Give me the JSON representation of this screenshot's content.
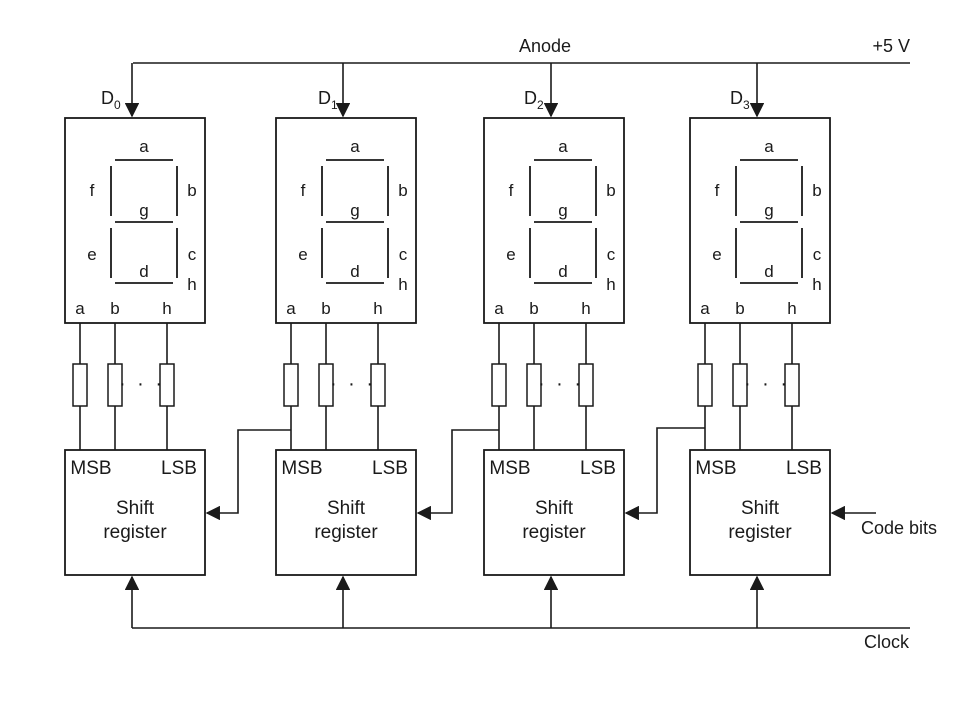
{
  "diagram": {
    "anode_label": "Anode",
    "supply_label": "+5 V",
    "code_bits_label": "Code bits",
    "clock_label": "Clock",
    "units": [
      {
        "display": "D",
        "sub": "0"
      },
      {
        "display": "D",
        "sub": "1"
      },
      {
        "display": "D",
        "sub": "2"
      },
      {
        "display": "D",
        "sub": "3"
      }
    ],
    "segments": {
      "a": "a",
      "b": "b",
      "c": "c",
      "d": "d",
      "e": "e",
      "f": "f",
      "g": "g",
      "h": "h"
    },
    "pins": [
      "a",
      "b",
      "h"
    ],
    "dots": "· · ·",
    "register": {
      "msb": "MSB",
      "lsb": "LSB",
      "title_line1": "Shift",
      "title_line2": "register"
    }
  }
}
